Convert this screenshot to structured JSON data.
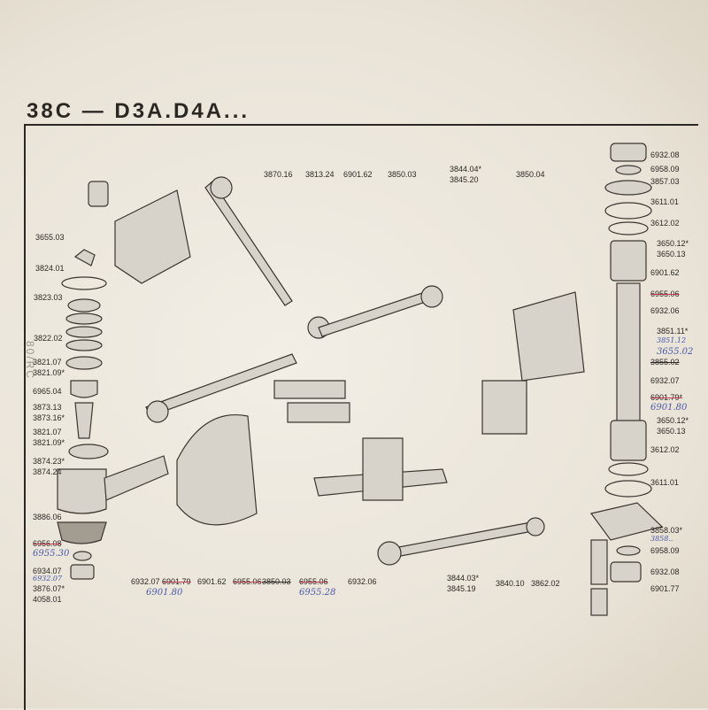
{
  "header": {
    "title": "38C — D3A.D4A..."
  },
  "margin_note": "80/RC",
  "labels": {
    "top": [
      "3870.16",
      "3813.24",
      "6901.62",
      "3850.03",
      "3844.04*",
      "3845.20",
      "3850.04"
    ],
    "left": [
      "3655.03",
      "3824.01",
      "3823.03",
      "3822.02",
      "3821.07",
      "3821.09*",
      "6965.04",
      "3873.13",
      "3873.16*",
      "3821.07",
      "3821.09*",
      "3874.23*",
      "3874.24",
      "3886.06",
      "6956.08",
      "6934.07",
      "3876.07*",
      "4058.01"
    ],
    "right": [
      "6932.08",
      "6958.09",
      "3857.03",
      "3611.01",
      "3612.02",
      "3650.12*",
      "3650.13",
      "6901.62",
      "6955.06",
      "6932.06",
      "3851.11*",
      "3855.02",
      "6932.07",
      "6901.79*",
      "3650.12*",
      "3650.13",
      "3612.02",
      "3611.01",
      "3858.03*",
      "6958.09",
      "6932.08",
      "6901.77"
    ],
    "bottom": [
      "6932.07",
      "6901.79",
      "6901.62",
      "6955.06",
      "3850.03",
      "6955.06",
      "6932.06",
      "3844.03*",
      "3845.19",
      "3840.10",
      "3862.02"
    ]
  },
  "handwritten": {
    "left": [
      "6955.30",
      "6932.07"
    ],
    "right": [
      "3851.12",
      "3655.02",
      "6901.80",
      "3858.."
    ],
    "bottom": [
      "6901.80",
      "6955.28"
    ]
  }
}
